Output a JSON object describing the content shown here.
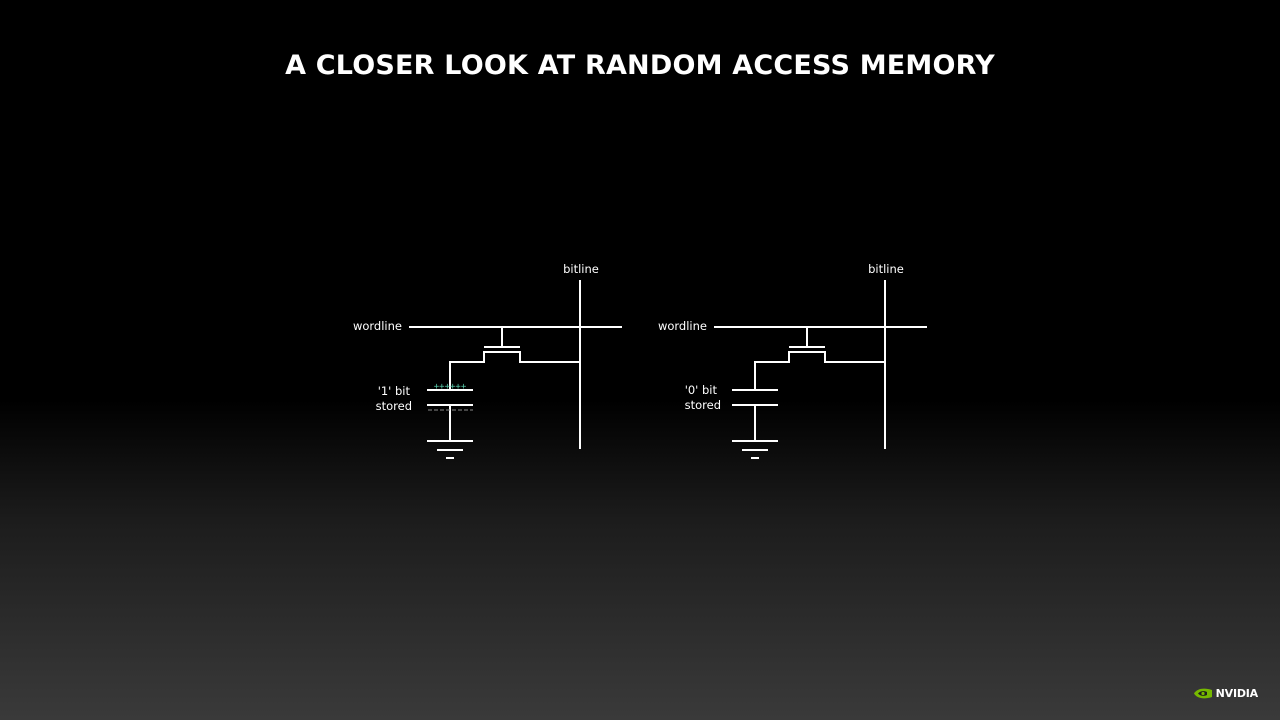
{
  "slide": {
    "title": "A CLOSER LOOK AT RANDOM ACCESS MEMORY"
  },
  "cells": [
    {
      "bitline_label": "bitline",
      "wordline_label": "wordline",
      "state_line1": "'1' bit",
      "state_line2": "stored",
      "charged": true,
      "charge_plus": "++++++",
      "charge_color": "#58c8a8"
    },
    {
      "bitline_label": "bitline",
      "wordline_label": "wordline",
      "state_line1": "'0' bit",
      "state_line2": "stored",
      "charged": false
    }
  ],
  "brand": {
    "name": "NVIDIA",
    "logo_icon": "nvidia-eye-icon",
    "logo_color": "#76b900"
  }
}
